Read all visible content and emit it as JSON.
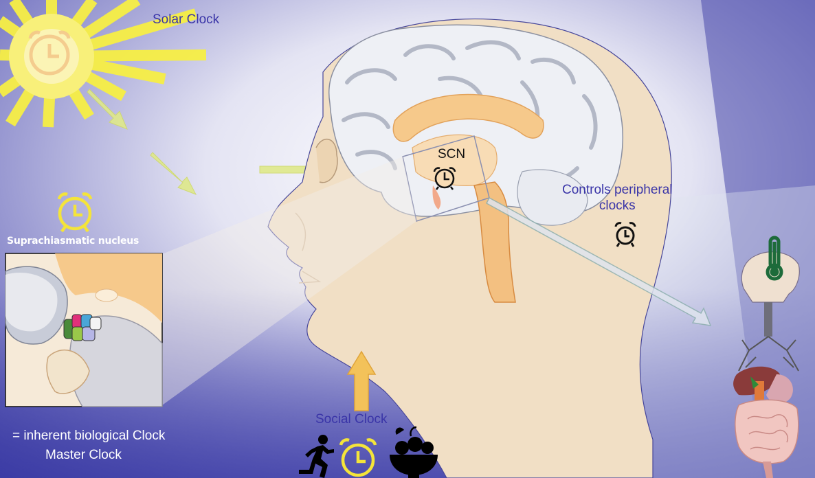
{
  "labels": {
    "solar_clock": "Solar Clock",
    "scn": "SCN",
    "controls_line1": "Controls peripheral",
    "controls_line2": "clocks",
    "suprachiasmatic": "Suprachiasmatic nucleus",
    "biological_clock": "= inherent biological  Clock",
    "master_clock": "Master Clock",
    "social_clock": "Social Clock"
  },
  "icons": [
    "alarm-clock-icon",
    "running-person-icon",
    "fruit-bowl-icon",
    "thermometer-icon",
    "sun-icon",
    "arrow-icon"
  ],
  "colors": {
    "background_gradient": [
      "#3a3aa0",
      "#ffffff"
    ],
    "sun_yellow": "#f7ee3a",
    "clock_yellow": "#f4e43a",
    "arrow_green": "#dfe98a",
    "arrow_orange": "#f0b84c",
    "thermometer_green": "#1d6b3a",
    "label_blue": "#3a35a8"
  }
}
